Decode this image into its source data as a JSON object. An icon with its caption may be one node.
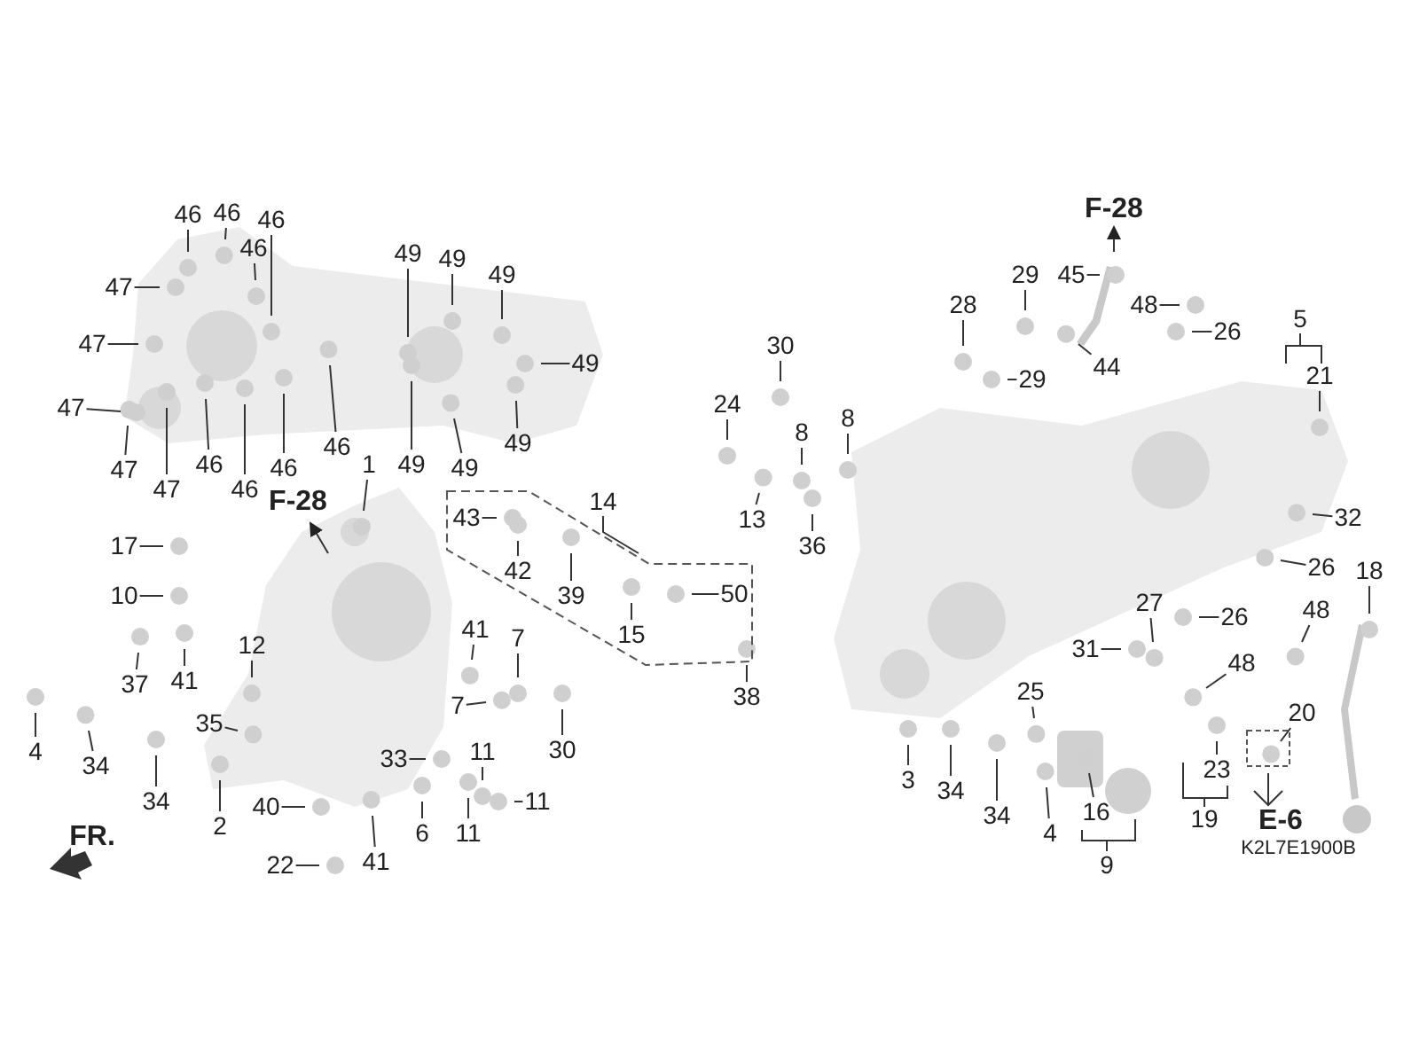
{
  "diagram": {
    "nodes": [
      {
        "text": [
          "46"
        ]
      },
      {
        "text": [
          "46"
        ]
      },
      {
        "text": [
          "46"
        ]
      },
      {
        "text": [
          "46"
        ]
      },
      {
        "text": [
          "47"
        ]
      },
      {
        "text": [
          "49"
        ]
      },
      {
        "text": [
          "49"
        ]
      },
      {
        "text": [
          "49"
        ]
      },
      {
        "text": [
          "49"
        ]
      },
      {
        "text": [
          "47"
        ]
      },
      {
        "text": [
          "47"
        ]
      },
      {
        "text": [
          "47"
        ]
      },
      {
        "text": [
          "46"
        ]
      },
      {
        "text": [
          "46"
        ]
      },
      {
        "text": [
          "46"
        ]
      },
      {
        "text": [
          "49"
        ]
      },
      {
        "text": [
          "49"
        ]
      },
      {
        "text": [
          "49"
        ]
      },
      {
        "text": [
          "47"
        ]
      },
      {
        "text": [
          "46"
        ]
      },
      {
        "text": [
          "1"
        ]
      },
      {
        "text": [
          "17"
        ]
      },
      {
        "text": [
          "10"
        ]
      },
      {
        "text": [
          "37"
        ]
      },
      {
        "text": [
          "41"
        ]
      },
      {
        "text": [
          "12"
        ]
      },
      {
        "text": [
          "35"
        ]
      },
      {
        "text": [
          "4"
        ]
      },
      {
        "text": [
          "34"
        ]
      },
      {
        "text": [
          "34"
        ]
      },
      {
        "text": [
          "2"
        ]
      },
      {
        "text": [
          "43"
        ]
      },
      {
        "text": [
          "42"
        ]
      },
      {
        "text": [
          "39"
        ]
      },
      {
        "text": [
          "15"
        ]
      },
      {
        "text": [
          "50"
        ]
      },
      {
        "text": [
          "41"
        ]
      },
      {
        "text": [
          "7"
        ]
      },
      {
        "text": [
          "7"
        ]
      },
      {
        "text": [
          "30"
        ]
      },
      {
        "text": [
          "11"
        ]
      },
      {
        "text": [
          "33"
        ]
      },
      {
        "text": [
          "6"
        ]
      },
      {
        "text": [
          "11"
        ]
      },
      {
        "text": [
          "11"
        ]
      },
      {
        "text": [
          "40"
        ]
      },
      {
        "text": [
          "22"
        ]
      },
      {
        "text": [
          "41"
        ]
      },
      {
        "text": [
          "30"
        ]
      },
      {
        "text": [
          "24"
        ]
      },
      {
        "text": [
          "8"
        ]
      },
      {
        "text": [
          "8"
        ]
      },
      {
        "text": [
          "13"
        ]
      },
      {
        "text": [
          "36"
        ]
      },
      {
        "text": [
          "38"
        ]
      },
      {
        "text": [
          "45"
        ]
      },
      {
        "text": [
          "28"
        ]
      },
      {
        "text": [
          "29"
        ]
      },
      {
        "text": [
          "29"
        ]
      },
      {
        "text": [
          "44"
        ]
      },
      {
        "text": [
          "48"
        ]
      },
      {
        "text": [
          "26"
        ]
      },
      {
        "text": [
          "21"
        ]
      },
      {
        "text": [
          "32"
        ]
      },
      {
        "text": [
          "26"
        ]
      },
      {
        "text": [
          "48"
        ]
      },
      {
        "text": [
          "18"
        ]
      },
      {
        "text": [
          "27"
        ]
      },
      {
        "text": [
          "26"
        ]
      },
      {
        "text": [
          "48"
        ]
      },
      {
        "text": [
          "31"
        ]
      },
      {
        "text": [
          "20"
        ]
      },
      {
        "text": [
          "25"
        ]
      },
      {
        "text": [
          "3"
        ]
      },
      {
        "text": [
          "34"
        ]
      },
      {
        "text": [
          "34"
        ]
      },
      {
        "text": [
          "4"
        ]
      },
      {
        "text": [
          "16"
        ]
      },
      {
        "text": [
          "23"
        ]
      }
    ],
    "edges": [
      {
        "from": 0,
        "to": null,
        "arrow": "none"
      },
      {
        "from": 1,
        "to": null,
        "arrow": "none"
      },
      {
        "from": 2,
        "to": null,
        "arrow": "none"
      },
      {
        "from": 3,
        "to": null,
        "arrow": "none"
      },
      {
        "from": 4,
        "to": null,
        "arrow": "none"
      },
      {
        "from": 5,
        "to": null,
        "arrow": "none"
      },
      {
        "from": 6,
        "to": null,
        "arrow": "none"
      },
      {
        "from": 7,
        "to": null,
        "arrow": "none"
      },
      {
        "from": 8,
        "to": null,
        "arrow": "none"
      },
      {
        "from": 9,
        "to": null,
        "arrow": "none"
      },
      {
        "from": 10,
        "to": null,
        "arrow": "none"
      },
      {
        "from": 11,
        "to": null,
        "arrow": "none"
      },
      {
        "from": 12,
        "to": null,
        "arrow": "none"
      },
      {
        "from": 13,
        "to": null,
        "arrow": "none"
      },
      {
        "from": 14,
        "to": null,
        "arrow": "none"
      },
      {
        "from": 15,
        "to": null,
        "arrow": "none"
      },
      {
        "from": 16,
        "to": null,
        "arrow": "none"
      },
      {
        "from": 17,
        "to": null,
        "arrow": "none"
      },
      {
        "from": 18,
        "to": null,
        "arrow": "none"
      },
      {
        "from": 19,
        "to": null,
        "arrow": "none"
      },
      {
        "from": 20,
        "to": null,
        "arrow": "none"
      },
      {
        "from": 21,
        "to": null,
        "arrow": "none"
      },
      {
        "from": 22,
        "to": null,
        "arrow": "none"
      },
      {
        "from": 23,
        "to": null,
        "arrow": "none"
      },
      {
        "from": 24,
        "to": null,
        "arrow": "none"
      },
      {
        "from": 25,
        "to": null,
        "arrow": "none"
      },
      {
        "from": 26,
        "to": null,
        "arrow": "none"
      },
      {
        "from": 27,
        "to": null,
        "arrow": "none"
      },
      {
        "from": 28,
        "to": null,
        "arrow": "none"
      },
      {
        "from": 29,
        "to": null,
        "arrow": "none"
      },
      {
        "from": 30,
        "to": null,
        "arrow": "none"
      },
      {
        "from": 31,
        "to": null,
        "arrow": "none"
      },
      {
        "from": 32,
        "to": null,
        "arrow": "none"
      },
      {
        "from": 33,
        "to": null,
        "arrow": "none"
      },
      {
        "from": 34,
        "to": null,
        "arrow": "none"
      },
      {
        "from": 35,
        "to": null,
        "arrow": "none"
      },
      {
        "from": 36,
        "to": null,
        "arrow": "none"
      },
      {
        "from": 37,
        "to": null,
        "arrow": "none"
      },
      {
        "from": 38,
        "to": null,
        "arrow": "none"
      },
      {
        "from": 39,
        "to": null,
        "arrow": "none"
      },
      {
        "from": 40,
        "to": null,
        "arrow": "none"
      },
      {
        "from": 41,
        "to": null,
        "arrow": "none"
      },
      {
        "from": 42,
        "to": null,
        "arrow": "none"
      },
      {
        "from": 43,
        "to": null,
        "arrow": "none"
      },
      {
        "from": 44,
        "to": null,
        "arrow": "none"
      },
      {
        "from": 45,
        "to": null,
        "arrow": "none"
      },
      {
        "from": 46,
        "to": null,
        "arrow": "none"
      },
      {
        "from": 47,
        "to": null,
        "arrow": "none"
      },
      {
        "from": 48,
        "to": null,
        "arrow": "none"
      },
      {
        "from": 49,
        "to": null,
        "arrow": "none"
      },
      {
        "from": 50,
        "to": null,
        "arrow": "none"
      },
      {
        "from": 51,
        "to": null,
        "arrow": "none"
      },
      {
        "from": 52,
        "to": null,
        "arrow": "none"
      },
      {
        "from": 53,
        "to": null,
        "arrow": "none"
      },
      {
        "from": 54,
        "to": null,
        "arrow": "none"
      },
      {
        "from": 55,
        "to": null,
        "arrow": "none"
      },
      {
        "from": 56,
        "to": null,
        "arrow": "none"
      },
      {
        "from": 57,
        "to": null,
        "arrow": "none"
      },
      {
        "from": 58,
        "to": null,
        "arrow": "none"
      },
      {
        "from": 59,
        "to": null,
        "arrow": "none"
      },
      {
        "from": 60,
        "to": null,
        "arrow": "none"
      },
      {
        "from": 61,
        "to": null,
        "arrow": "none"
      },
      {
        "from": 62,
        "to": null,
        "arrow": "none"
      },
      {
        "from": 63,
        "to": null,
        "arrow": "none"
      },
      {
        "from": 64,
        "to": null,
        "arrow": "none"
      },
      {
        "from": 65,
        "to": null,
        "arrow": "none"
      },
      {
        "from": 66,
        "to": null,
        "arrow": "none"
      },
      {
        "from": 67,
        "to": null,
        "arrow": "none"
      },
      {
        "from": 68,
        "to": null,
        "arrow": "none"
      },
      {
        "from": 69,
        "to": null,
        "arrow": "none"
      },
      {
        "from": 70,
        "to": null,
        "arrow": "none"
      },
      {
        "from": 71,
        "to": null,
        "arrow": "none"
      },
      {
        "from": 72,
        "to": null,
        "arrow": "none"
      },
      {
        "from": 73,
        "to": null,
        "arrow": "none"
      },
      {
        "from": 74,
        "to": null,
        "arrow": "none"
      },
      {
        "from": 75,
        "to": null,
        "arrow": "none"
      },
      {
        "from": 76,
        "to": null,
        "arrow": "none"
      },
      {
        "from": 77,
        "to": null,
        "arrow": "none"
      },
      {
        "from": 78,
        "to": null,
        "arrow": "none"
      }
    ],
    "labels": [
      "F-28",
      "5",
      "F-28",
      "14",
      "FR.",
      "E-6",
      "19",
      "9",
      "K2L7E1900B"
    ]
  }
}
